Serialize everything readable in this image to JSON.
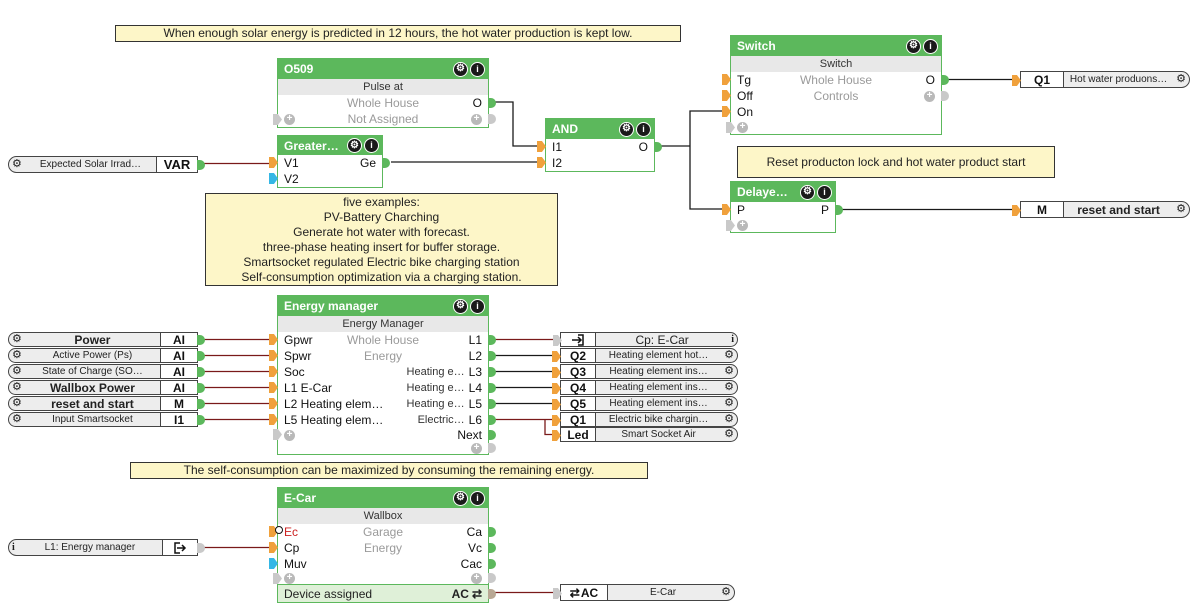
{
  "icons": {
    "gear": "⚙",
    "info": "i",
    "plus": "+",
    "swap": "⇄"
  },
  "notes": {
    "top": "When enough solar energy is predicted in 12 hours, the hot water production is kept low.",
    "reset": "Reset producton lock and hot water product start",
    "examples": {
      "l1": "five examples:",
      "l2": "PV-Battery Charching",
      "l3": "Generate hot water with forecast.",
      "l4": "three-phase heating insert for buffer storage.",
      "l5": "Smartsocket regulated Electric bike charging station",
      "l6": "Self-consumption optimization via a charging station."
    },
    "self_consumption": "The self-consumption can be maximized by consuming the remaining energy."
  },
  "blocks": {
    "o509": {
      "title": "O509",
      "subtitle": "Pulse at",
      "line1": "Whole House",
      "line2": "Not Assigned",
      "out1": "O"
    },
    "greater": {
      "title": "Greater…",
      "in1": "V1",
      "in2": "V2",
      "out1": "Ge"
    },
    "and": {
      "title": "AND",
      "in1": "I1",
      "in2": "I2",
      "out1": "O"
    },
    "switch": {
      "title": "Switch",
      "subtitle": "Switch",
      "in1": "Tg",
      "in2": "Off",
      "in3": "On",
      "center1": "Whole House",
      "center2": "Controls",
      "out1": "O"
    },
    "delayed": {
      "title": "Delaye…",
      "in1": "P",
      "out1": "P"
    },
    "energy_manager": {
      "title": "Energy manager",
      "subtitle": "Energy Manager",
      "in1": "Gpwr",
      "in2": "Spwr",
      "in3": "Soc",
      "in4": "L1 E-Car",
      "in5": "L2 Heating elem…",
      "in6": "L5 Heating elem…",
      "center1": "Whole House",
      "center2": "Energy",
      "desc3": "Heating e…",
      "desc4": "Heating e…",
      "desc5": "Heating e…",
      "desc6": "Electric…",
      "out1": "L1",
      "out2": "L2",
      "out3": "L3",
      "out4": "L4",
      "out5": "L5",
      "out6": "L6",
      "out7": "Next"
    },
    "ecar": {
      "title": "E-Car",
      "subtitle": "Wallbox",
      "in1": "Ec",
      "in2": "Cp",
      "in3": "Muv",
      "center1": "Garage",
      "center2": "Energy",
      "out1": "Ca",
      "out2": "Vc",
      "out3": "Cac",
      "footer_left": "Device assigned",
      "footer_right": "AC"
    }
  },
  "io": {
    "var_input": {
      "label": "Expected Solar Irrad…",
      "port": "VAR"
    },
    "left_inputs": [
      {
        "label": "Power",
        "port": "AI"
      },
      {
        "label": "Active Power (Ps)",
        "port": "AI"
      },
      {
        "label": "State of Charge (SO…",
        "port": "AI"
      },
      {
        "label": "Wallbox Power",
        "port": "AI"
      },
      {
        "label": "reset and start",
        "port": "M"
      },
      {
        "label": "Input Smartsocket",
        "port": "I1"
      }
    ],
    "q1_output": {
      "port": "Q1",
      "label": "Hot water produons…"
    },
    "m_output": {
      "port": "M",
      "label": "reset and start"
    },
    "l1_ref": {
      "label": "L1: Energy manager"
    },
    "right_outputs": [
      {
        "port": "",
        "label": "Cp: E-Car"
      },
      {
        "port": "Q2",
        "label": "Heating element hot…"
      },
      {
        "port": "Q3",
        "label": "Heating element ins…"
      },
      {
        "port": "Q4",
        "label": "Heating element ins…"
      },
      {
        "port": "Q5",
        "label": "Heating element ins…"
      },
      {
        "port": "Q1",
        "label": "Electric bike chargin…"
      },
      {
        "port": "Led",
        "label": "Smart Socket Air"
      }
    ],
    "ac_output": {
      "port": "AC",
      "label": "E-Car"
    }
  },
  "colors": {
    "block_green": "#5cb85c",
    "note_bg": "#fdf6c8",
    "wire_dark": "#7a1a1a",
    "wire_black": "#1a1a1a",
    "port_orange": "#f0a13c",
    "port_cyan": "#35b7e5",
    "port_gray": "#c9c9c9",
    "pill_bg": "#ededed",
    "ec_red": "#cc2222"
  }
}
